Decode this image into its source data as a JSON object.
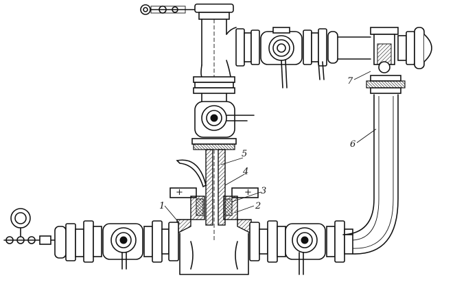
{
  "callouts": [
    {
      "id": "1",
      "text": "1"
    },
    {
      "id": "2",
      "text": "2"
    },
    {
      "id": "3",
      "text": "3"
    },
    {
      "id": "4",
      "text": "4"
    },
    {
      "id": "5",
      "text": "5"
    },
    {
      "id": "6",
      "text": "6"
    },
    {
      "id": "7",
      "text": "7"
    }
  ],
  "marks": {
    "plus_left": "+",
    "plus_right": "+"
  }
}
